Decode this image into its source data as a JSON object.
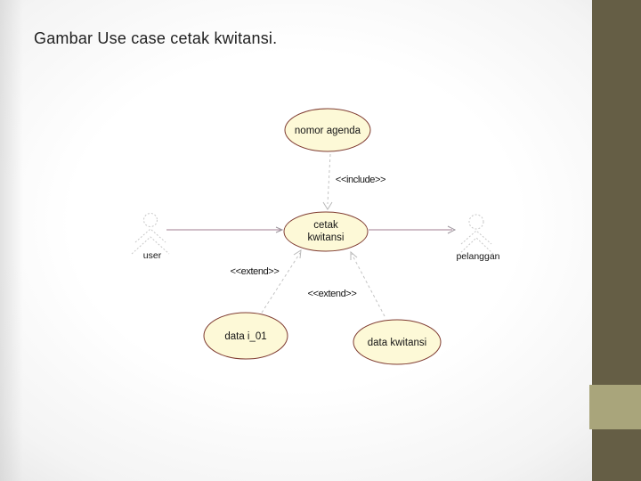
{
  "slide": {
    "title": "Gambar Use case cetak kwitansi.",
    "colors": {
      "sidebar": "#655E45",
      "accent": "#A9A57B",
      "ellipseFill": "#FDF9D7",
      "ellipseStroke": "#7E3A30",
      "assocLine": "#A07C92",
      "dashedLine": "#C3C3C3",
      "actorStroke": "#C8C8C8",
      "labelColor": "#141414",
      "titleColor": "#1F1F1F"
    }
  },
  "diagram": {
    "use_cases": [
      {
        "id": "nomor-agenda",
        "label": "nomor agenda"
      },
      {
        "id": "cetak-kwitansi",
        "label_line1": "cetak",
        "label_line2": "kwitansi"
      },
      {
        "id": "data-i-01",
        "label": "data i_01"
      },
      {
        "id": "data-kwitansi",
        "label": "data kwitansi"
      }
    ],
    "actors": [
      {
        "id": "user",
        "label": "user"
      },
      {
        "id": "pelanggan",
        "label": "pelanggan"
      }
    ],
    "stereotypes": [
      {
        "id": "include",
        "label": "<<include>>"
      },
      {
        "id": "extend-1",
        "label": "<<extend>>"
      },
      {
        "id": "extend-2",
        "label": "<<extend>>"
      }
    ]
  }
}
